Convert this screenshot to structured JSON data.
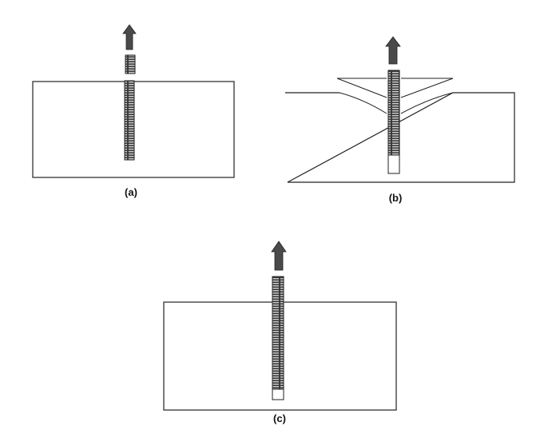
{
  "panels": {
    "a": {
      "label": "(a)"
    },
    "b": {
      "label": "(b)"
    },
    "c": {
      "label": "(c)"
    }
  },
  "colors": {
    "line": "#222222",
    "bar_fill": "#3a3a3a",
    "hatch": "#cfcfcf",
    "arrow": "#4a4a4a",
    "background": "#ffffff"
  },
  "icons": {
    "pull_arrow": "up-arrow-icon"
  }
}
